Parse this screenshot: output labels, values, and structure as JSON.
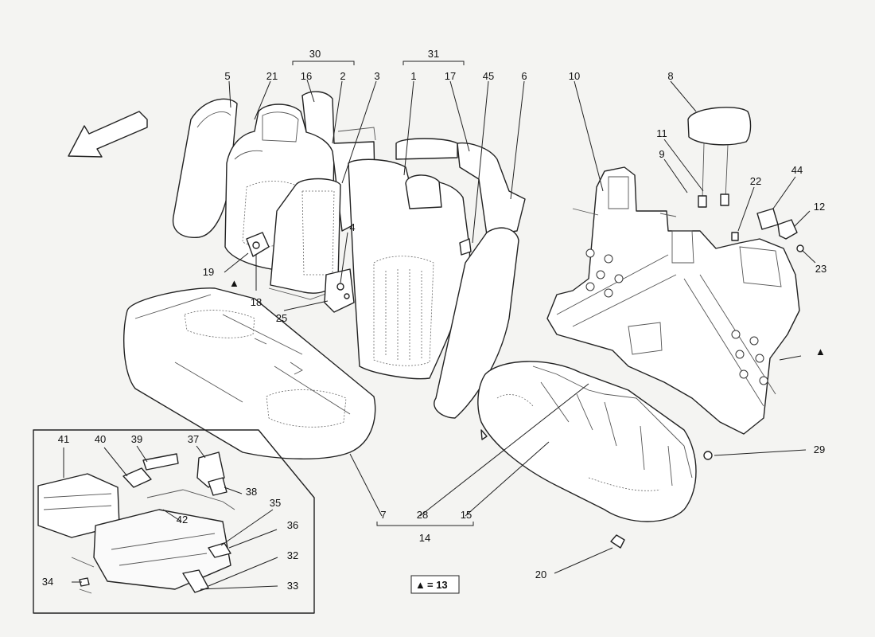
{
  "callouts": {
    "c1": "1",
    "c2": "2",
    "c3": "3",
    "c4": "4",
    "c5": "5",
    "c6": "6",
    "c7": "7",
    "c8": "8",
    "c9": "9",
    "c10": "10",
    "c11": "11",
    "c12": "12",
    "c14": "14",
    "c15": "15",
    "c16": "16",
    "c17": "17",
    "c18": "18",
    "c19": "19",
    "c20": "20",
    "c21": "21",
    "c22": "22",
    "c23": "23",
    "c25": "25",
    "c28": "28",
    "c29": "29",
    "c30": "30",
    "c31": "31",
    "c32": "32",
    "c33": "33",
    "c34": "34",
    "c35": "35",
    "c36": "36",
    "c37": "37",
    "c38": "38",
    "c39": "39",
    "c40": "40",
    "c41": "41",
    "c42": "42",
    "c44": "44",
    "c45": "45"
  },
  "legend": {
    "symbol": "▲",
    "text": "= 13"
  },
  "markers": {
    "triangle": "▲"
  },
  "colors": {
    "line": "#222222",
    "background": "#f4f4f2",
    "fill": "#ffffff"
  },
  "icons": {
    "direction": "direction-arrow-icon"
  }
}
